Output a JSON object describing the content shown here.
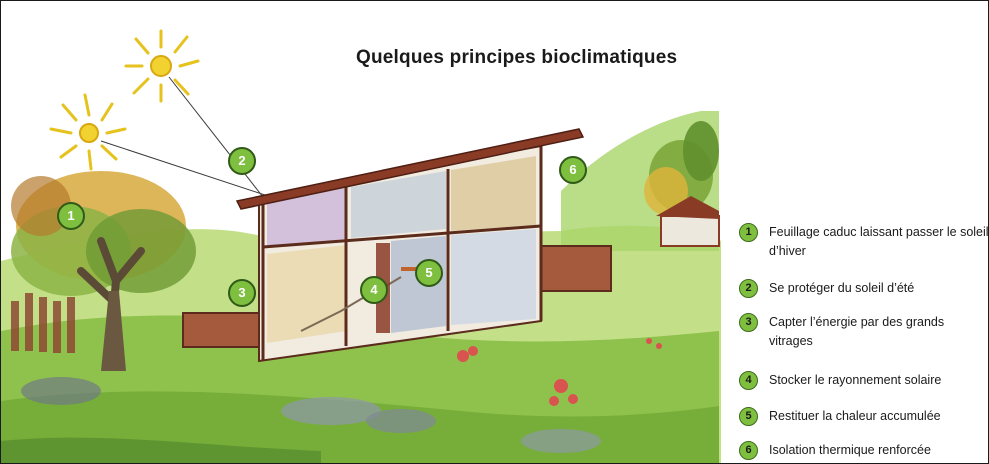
{
  "title": "Quelques principes bioclimatiques",
  "markers": [
    "1",
    "2",
    "3",
    "4",
    "5",
    "6"
  ],
  "legend": [
    {
      "num": "1",
      "text": "Feuillage caduc laissant passer le soleil d’hiver"
    },
    {
      "num": "2",
      "text": "Se protéger du soleil d’été"
    },
    {
      "num": "3",
      "text": "Capter l’énergie par des grands vitrages"
    },
    {
      "num": "4",
      "text": "Stocker le rayonnement solaire"
    },
    {
      "num": "5",
      "text": "Restituer la chaleur accumulée"
    },
    {
      "num": "6",
      "text": "Isolation thermique renforcée"
    }
  ],
  "colors": {
    "badge_fill": "#7fbf3f",
    "badge_border": "#2f5a17",
    "grass": "#9ccd4f",
    "sun": "#f2d230",
    "roof": "#8a3b26"
  }
}
